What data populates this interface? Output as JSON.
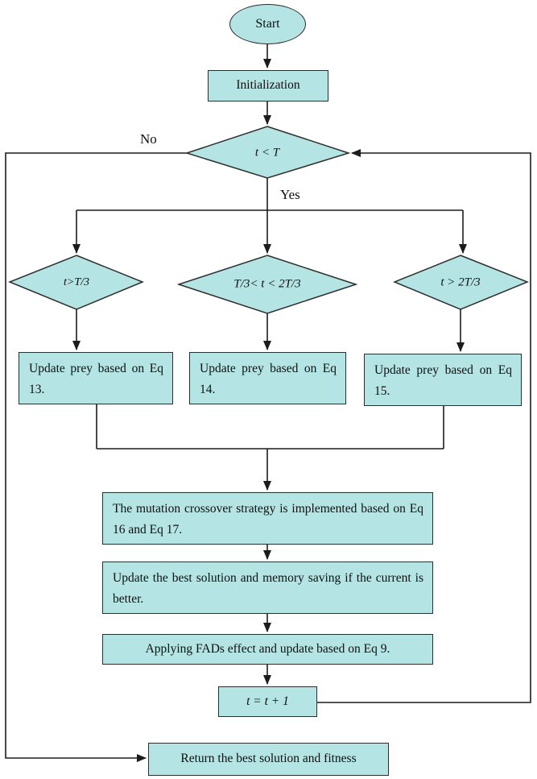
{
  "colors": {
    "node_fill": "#b4e4e3",
    "node_border": "#2e2e2e",
    "line": "#1c1c1c",
    "background": "#ffffff"
  },
  "nodes": {
    "start": "Start",
    "initialization": "Initialization",
    "loop_condition": "t < T",
    "phase1_condition": "t>T/3",
    "phase2_condition": "T/3< t < 2T/3",
    "phase3_condition": "t > 2T/3",
    "update_eq13": "Update prey based on Eq 13.",
    "update_eq14": "Update prey based on Eq 14.",
    "update_eq15": "Update prey based on Eq 15.",
    "mutation_crossover": "The mutation crossover strategy is implemented based on Eq 16 and Eq 17.",
    "update_best": "Update the best solution and memory saving if the current is better.",
    "fads_effect": "Applying FADs effect and update based on Eq 9.",
    "increment": "t = t + 1",
    "return_result": "Return the best solution and fitness"
  },
  "edge_labels": {
    "no": "No",
    "yes": "Yes"
  }
}
